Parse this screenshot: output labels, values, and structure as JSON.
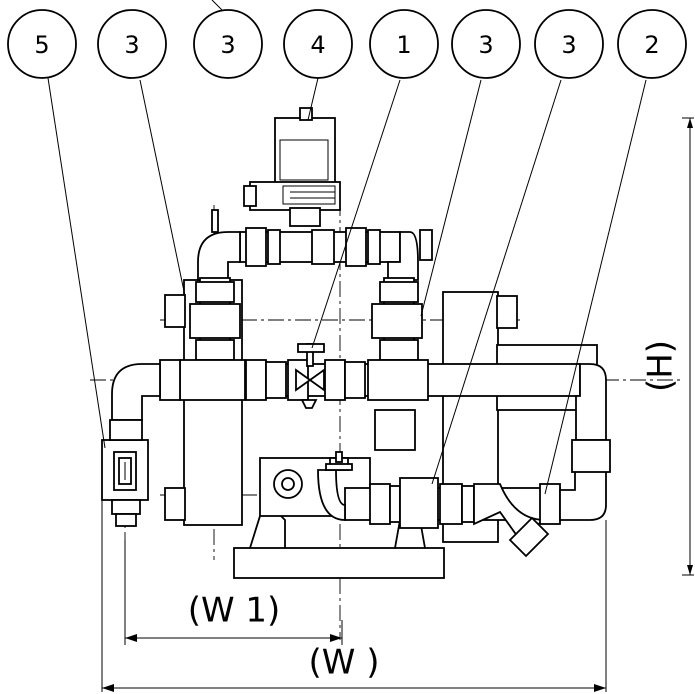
{
  "callouts": [
    "5",
    "3",
    "3",
    "4",
    "1",
    "3",
    "3",
    "2"
  ],
  "dimensions": {
    "width_overall": "(W )",
    "width_partial": "(W 1)",
    "height": "(H)"
  }
}
